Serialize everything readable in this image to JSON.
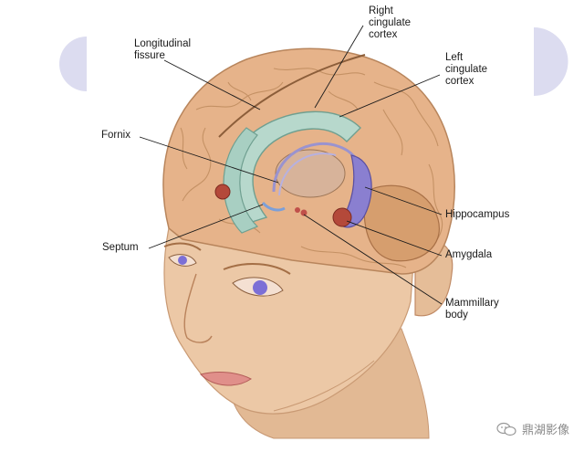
{
  "labels": {
    "right_cingulate_cortex": "Right\ncingulate\ncortex",
    "longitudinal_fissure": "Longitudinal\nfissure",
    "left_cingulate_cortex": "Left\ncingulate\ncortex",
    "fornix": "Fornix",
    "hippocampus": "Hippocampus",
    "septum": "Septum",
    "amygdala": "Amygdala",
    "mammillary_body": "Mammillary\nbody"
  },
  "watermark": {
    "text": "鼎湖影像",
    "icon": "wechat-icon"
  },
  "colors": {
    "skin": "#e9c4a2",
    "brain": "#d9a97f",
    "cingulate": "#b7d8cc",
    "hippocampus": "#8a7fd0",
    "amygdala": "#b4493a",
    "side_tabs": "#dcdcf0"
  }
}
